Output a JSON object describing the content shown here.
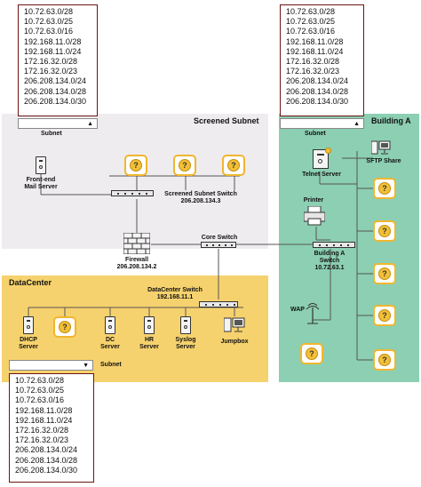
{
  "zones": {
    "screened_subnet": {
      "title": "Screened Subnet"
    },
    "building_a": {
      "title": "Building A"
    },
    "datacenter": {
      "title": "DataCenter"
    }
  },
  "subnet_options": [
    "10.72.63.0/28",
    "10.72.63.0/25",
    "10.72.63.0/16",
    "192.168.11.0/28",
    "192.168.11.0/24",
    "172.16.32.0/28",
    "172.16.32.0/23",
    "206.208.134.0/24",
    "206.208.134.0/28",
    "206.208.134.0/30"
  ],
  "subnet_label": "Subnet",
  "devices": {
    "frontend_mail": "Front-end\nMail Server",
    "screened_switch": "Screened Subnet Switch\n206.208.134.3",
    "firewall": "Firewall\n206.208.134.2",
    "core_switch": "Core Switch",
    "datacenter_switch": "DataCenter Switch\n192.168.11.1",
    "dhcp": "DHCP\nServer",
    "dc": "DC\nServer",
    "hr": "HR\nServer",
    "syslog": "Syslog\nServer",
    "jumpbox": "Jumpbox",
    "telnet": "Telnet Server",
    "sftp": "SFTP Share",
    "printer": "Printer",
    "building_switch": "Building A\nSwitch\n10.72.63.1",
    "wap": "WAP"
  },
  "colors": {
    "screened_bg": "#eeecef",
    "building_bg": "#8ccfb3",
    "datacenter_bg": "#f6d26e",
    "question_icon": "#f3bf34",
    "wire": "#555555"
  }
}
